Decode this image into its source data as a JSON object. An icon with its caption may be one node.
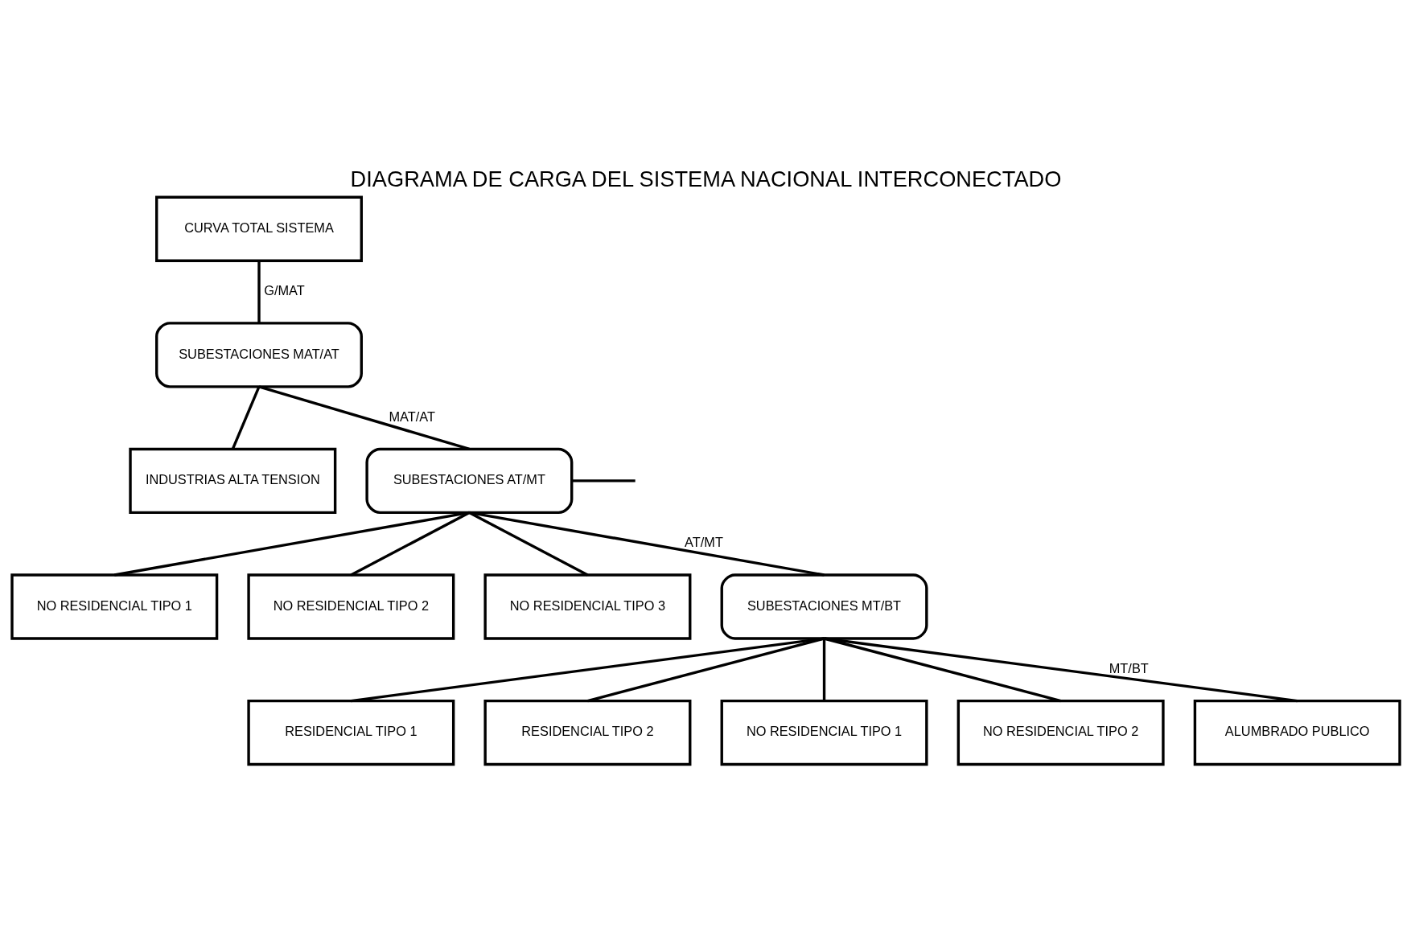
{
  "diagram": {
    "title": "DIAGRAMA DE CARGA DEL SISTEMA NACIONAL INTERCONECTADO",
    "nodes": [
      {
        "text": [
          "CURVA TOTAL SISTEMA"
        ]
      },
      {
        "text": [
          "SUBESTACIONES MAT/AT"
        ]
      },
      {
        "text": [
          "INDUSTRIAS ALTA TENSION"
        ]
      },
      {
        "text": [
          "SUBESTACIONES AT/MT"
        ]
      },
      {
        "text": [
          "NO RESIDENCIAL TIPO 1"
        ]
      },
      {
        "text": [
          "NO RESIDENCIAL TIPO 2"
        ]
      },
      {
        "text": [
          "NO RESIDENCIAL TIPO 3"
        ]
      },
      {
        "text": [
          "SUBESTACIONES MT/BT"
        ]
      },
      {
        "text": [
          "RESIDENCIAL TIPO 1"
        ]
      },
      {
        "text": [
          "RESIDENCIAL TIPO 2"
        ]
      },
      {
        "text": [
          "NO RESIDENCIAL TIPO 1"
        ]
      },
      {
        "text": [
          "NO RESIDENCIAL TIPO 2"
        ]
      },
      {
        "text": [
          "ALUMBRADO PUBLICO"
        ]
      }
    ],
    "edges": [
      {
        "from": 0,
        "to": 1,
        "arrow": "none",
        "label": "G/MAT"
      },
      {
        "from": 1,
        "to": 2,
        "arrow": "none"
      },
      {
        "from": 1,
        "to": 3,
        "arrow": "none",
        "label": "MAT/AT"
      },
      {
        "from": 3,
        "to": 4,
        "arrow": "none"
      },
      {
        "from": 3,
        "to": 5,
        "arrow": "none"
      },
      {
        "from": 3,
        "to": 6,
        "arrow": "none"
      },
      {
        "from": 3,
        "to": 7,
        "arrow": "none",
        "label": "AT/MT"
      },
      {
        "from": 3,
        "to": null,
        "arrow": "none"
      },
      {
        "from": 7,
        "to": 8,
        "arrow": "none"
      },
      {
        "from": 7,
        "to": 9,
        "arrow": "none"
      },
      {
        "from": 7,
        "to": 10,
        "arrow": "none"
      },
      {
        "from": 7,
        "to": 11,
        "arrow": "none"
      },
      {
        "from": 7,
        "to": 12,
        "arrow": "none",
        "label": "MT/BT"
      }
    ]
  }
}
